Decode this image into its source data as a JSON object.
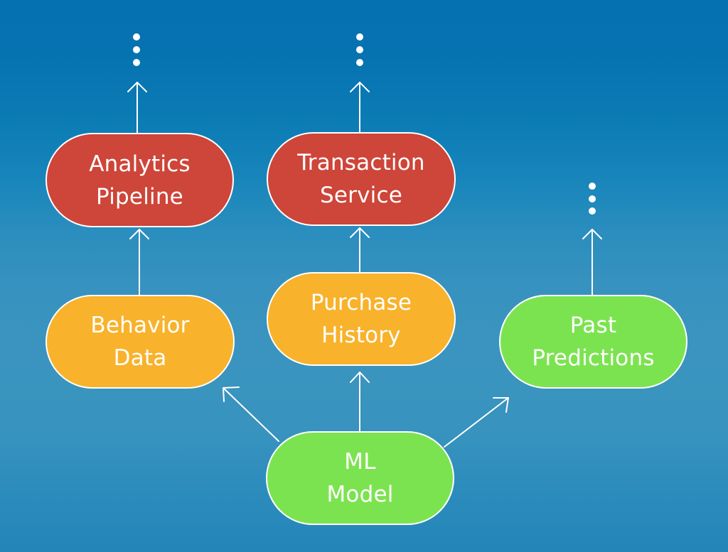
{
  "diagram": {
    "type": "flow",
    "colors": {
      "downstream_service": "#CE4539",
      "data_source": "#F8B22B",
      "model_related": "#7CE350",
      "stroke": "#FFFFFF",
      "background_top": "#0670B0",
      "background_bottom": "#2386B8"
    },
    "nodes": [
      {
        "id": "analytics",
        "lines": [
          "Analytics",
          "Pipeline"
        ],
        "color": "red"
      },
      {
        "id": "transaction",
        "lines": [
          "Transaction",
          "Service"
        ],
        "color": "red"
      },
      {
        "id": "behavior",
        "lines": [
          "Behavior",
          "Data"
        ],
        "color": "orange"
      },
      {
        "id": "purchase",
        "lines": [
          "Purchase",
          "History"
        ],
        "color": "orange"
      },
      {
        "id": "past",
        "lines": [
          "Past",
          "Predictions"
        ],
        "color": "green"
      },
      {
        "id": "ml",
        "lines": [
          "ML",
          "Model"
        ],
        "color": "green"
      }
    ],
    "edges": [
      {
        "from": "ml",
        "to": "behavior"
      },
      {
        "from": "ml",
        "to": "purchase"
      },
      {
        "from": "ml",
        "to": "past"
      },
      {
        "from": "behavior",
        "to": "analytics"
      },
      {
        "from": "purchase",
        "to": "transaction"
      },
      {
        "from": "analytics",
        "to": "continuation"
      },
      {
        "from": "transaction",
        "to": "continuation"
      },
      {
        "from": "past",
        "to": "continuation"
      }
    ],
    "continuation_marker": "vertical-ellipsis"
  }
}
